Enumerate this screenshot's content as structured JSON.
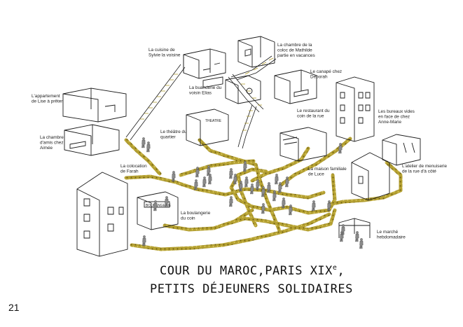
{
  "colors": {
    "path": "#b09a28",
    "path_edge": "#6e5e10",
    "ink": "#1a1a1a",
    "person": "#8a8a8a"
  },
  "title_line1": "COUR DU MAROC,PARIS XIX",
  "title_sup": "e",
  "title_line1_end": ",",
  "title_line2": "PETITS DÉJEUNERS SOLIDAIRES",
  "page_number": "21",
  "signs": {
    "theatre": "THEATRE",
    "bakery": "BOULANGERIE"
  },
  "places": [
    {
      "id": "cuisine",
      "lines": [
        "La cuisine de",
        "Sylvie la voisine"
      ]
    },
    {
      "id": "chambre-coloc",
      "lines": [
        "La chambre de la",
        "coloc de Mathilde",
        "partie en vacances"
      ]
    },
    {
      "id": "canape",
      "lines": [
        "Le canapé chez",
        "Deborah"
      ]
    },
    {
      "id": "buanderie",
      "lines": [
        "La buanderie du",
        "voisin Elias"
      ]
    },
    {
      "id": "appartement-lise",
      "lines": [
        "L'appartement",
        "de Lise à prêter"
      ]
    },
    {
      "id": "restaurant",
      "lines": [
        "Le restaurant du",
        "coin de la rue"
      ]
    },
    {
      "id": "bureaux",
      "lines": [
        "Les bureaux vides",
        "en face de chez",
        "Anne-Marie"
      ]
    },
    {
      "id": "theatre",
      "lines": [
        "Le théâtre du",
        "quartier"
      ]
    },
    {
      "id": "chambre-aimee",
      "lines": [
        "La chambre",
        "d'amis chez",
        "Aimée"
      ]
    },
    {
      "id": "colocation-farah",
      "lines": [
        "La colocation",
        "de Farah"
      ]
    },
    {
      "id": "maison-luce",
      "lines": [
        "La maison familiale",
        "de Luce"
      ]
    },
    {
      "id": "atelier",
      "lines": [
        "L'atelier de menuiserie",
        "de la rue d'à côté"
      ]
    },
    {
      "id": "boulangerie",
      "lines": [
        "La boulangerie",
        "du coin"
      ]
    },
    {
      "id": "marche",
      "lines": [
        "Le marché",
        "hebdomadaire"
      ]
    }
  ]
}
